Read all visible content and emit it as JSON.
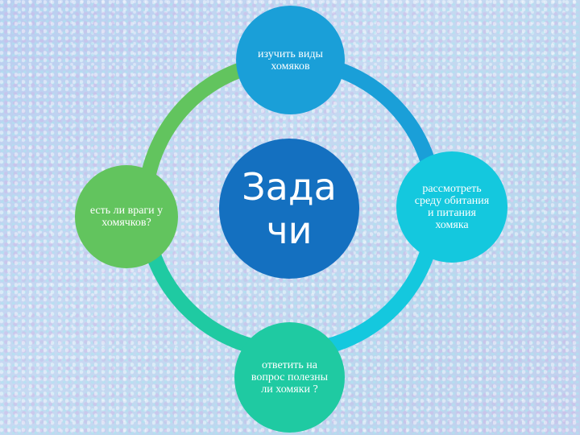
{
  "center": {
    "title": "Задачи"
  },
  "nodes": {
    "top": {
      "text": "изучить виды хомяков",
      "color": "#1a9fd8"
    },
    "right": {
      "text": "рассмотреть среду обитания и питания хомяка",
      "color": "#14c8de"
    },
    "bottom": {
      "text": "ответить на вопрос полезны ли хомяки ?",
      "color": "#1fcaa2"
    },
    "left": {
      "text": "есть ли враги у хомячков?",
      "color": "#62c45e"
    }
  },
  "ring_colors": {
    "top_right": "#1a9fd8",
    "right_bottom": "#14c8de",
    "bottom_left": "#1fcaa2",
    "left_top": "#62c45e"
  }
}
